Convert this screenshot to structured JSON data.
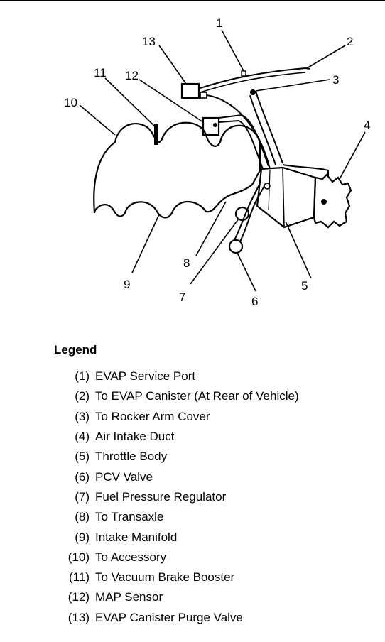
{
  "diagram": {
    "callouts": [
      "1",
      "2",
      "3",
      "4",
      "5",
      "6",
      "7",
      "8",
      "9",
      "10",
      "11",
      "12",
      "13"
    ]
  },
  "legend": {
    "title": "Legend",
    "items": [
      {
        "num": "(1)",
        "text": "EVAP Service Port"
      },
      {
        "num": "(2)",
        "text": "To EVAP Canister (At Rear of Vehicle)"
      },
      {
        "num": "(3)",
        "text": "To Rocker Arm Cover"
      },
      {
        "num": "(4)",
        "text": "Air Intake Duct"
      },
      {
        "num": "(5)",
        "text": "Throttle Body"
      },
      {
        "num": "(6)",
        "text": "PCV Valve"
      },
      {
        "num": "(7)",
        "text": "Fuel Pressure Regulator"
      },
      {
        "num": "(8)",
        "text": "To Transaxle"
      },
      {
        "num": "(9)",
        "text": "Intake Manifold"
      },
      {
        "num": "(10)",
        "text": "To Accessory"
      },
      {
        "num": "(11)",
        "text": "To Vacuum Brake Booster"
      },
      {
        "num": "(12)",
        "text": "MAP Sensor"
      },
      {
        "num": "(13)",
        "text": "EVAP Canister Purge Valve"
      }
    ]
  }
}
